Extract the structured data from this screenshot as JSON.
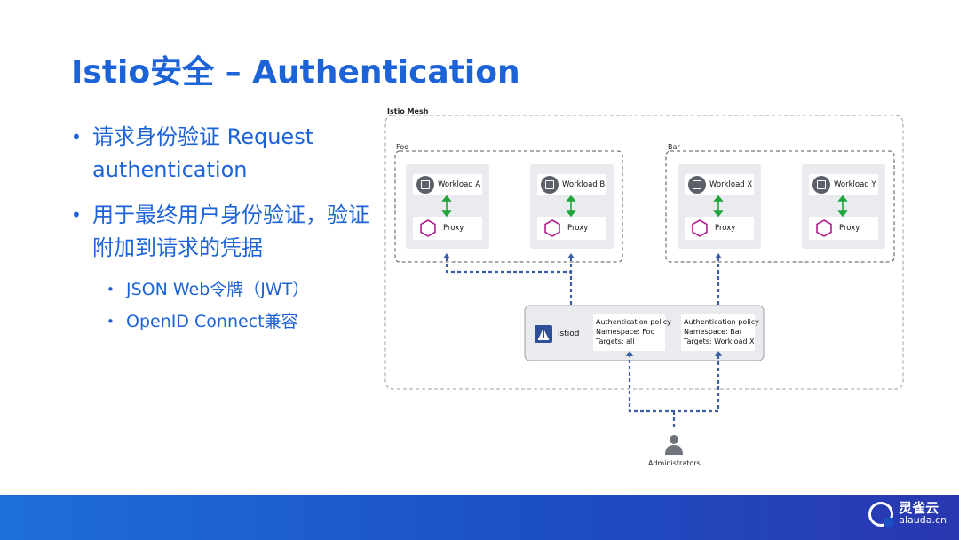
{
  "slide": {
    "title": "Istio安全 – Authentication",
    "bullets": [
      {
        "text": "请求身份验证 Request authentication"
      },
      {
        "text": "用于最终用户身份验证，验证附加到请求的凭据"
      }
    ],
    "sub_bullets": [
      {
        "text": "JSON Web令牌（JWT）"
      },
      {
        "text": "OpenID Connect兼容"
      }
    ]
  },
  "diagram": {
    "mesh_label": "Istio Mesh",
    "namespaces": [
      {
        "label": "Foo",
        "workloads": [
          "Workload A",
          "Workload B"
        ]
      },
      {
        "label": "Bar",
        "workloads": [
          "Workload X",
          "Workload Y"
        ]
      }
    ],
    "proxy_label": "Proxy",
    "istiod_label": "istiod",
    "policies": [
      {
        "heading": "Authentication policy",
        "namespace": "Namespace: Foo",
        "targets": "Targets: all"
      },
      {
        "heading": "Authentication policy",
        "namespace": "Namespace: Bar",
        "targets": "Targets: Workload X"
      }
    ],
    "admin_label": "Administrators",
    "colors": {
      "proxy_icon": "#b0208f",
      "arrow": "#21a53a",
      "dash_link": "#3a5fa8",
      "box_border": "#9aa0a6"
    }
  },
  "footer": {
    "logo_cn": "灵雀云",
    "logo_en": "alauda.cn",
    "gradient": [
      "#1e6fd8",
      "#1c4fc4",
      "#2a37b0"
    ]
  }
}
